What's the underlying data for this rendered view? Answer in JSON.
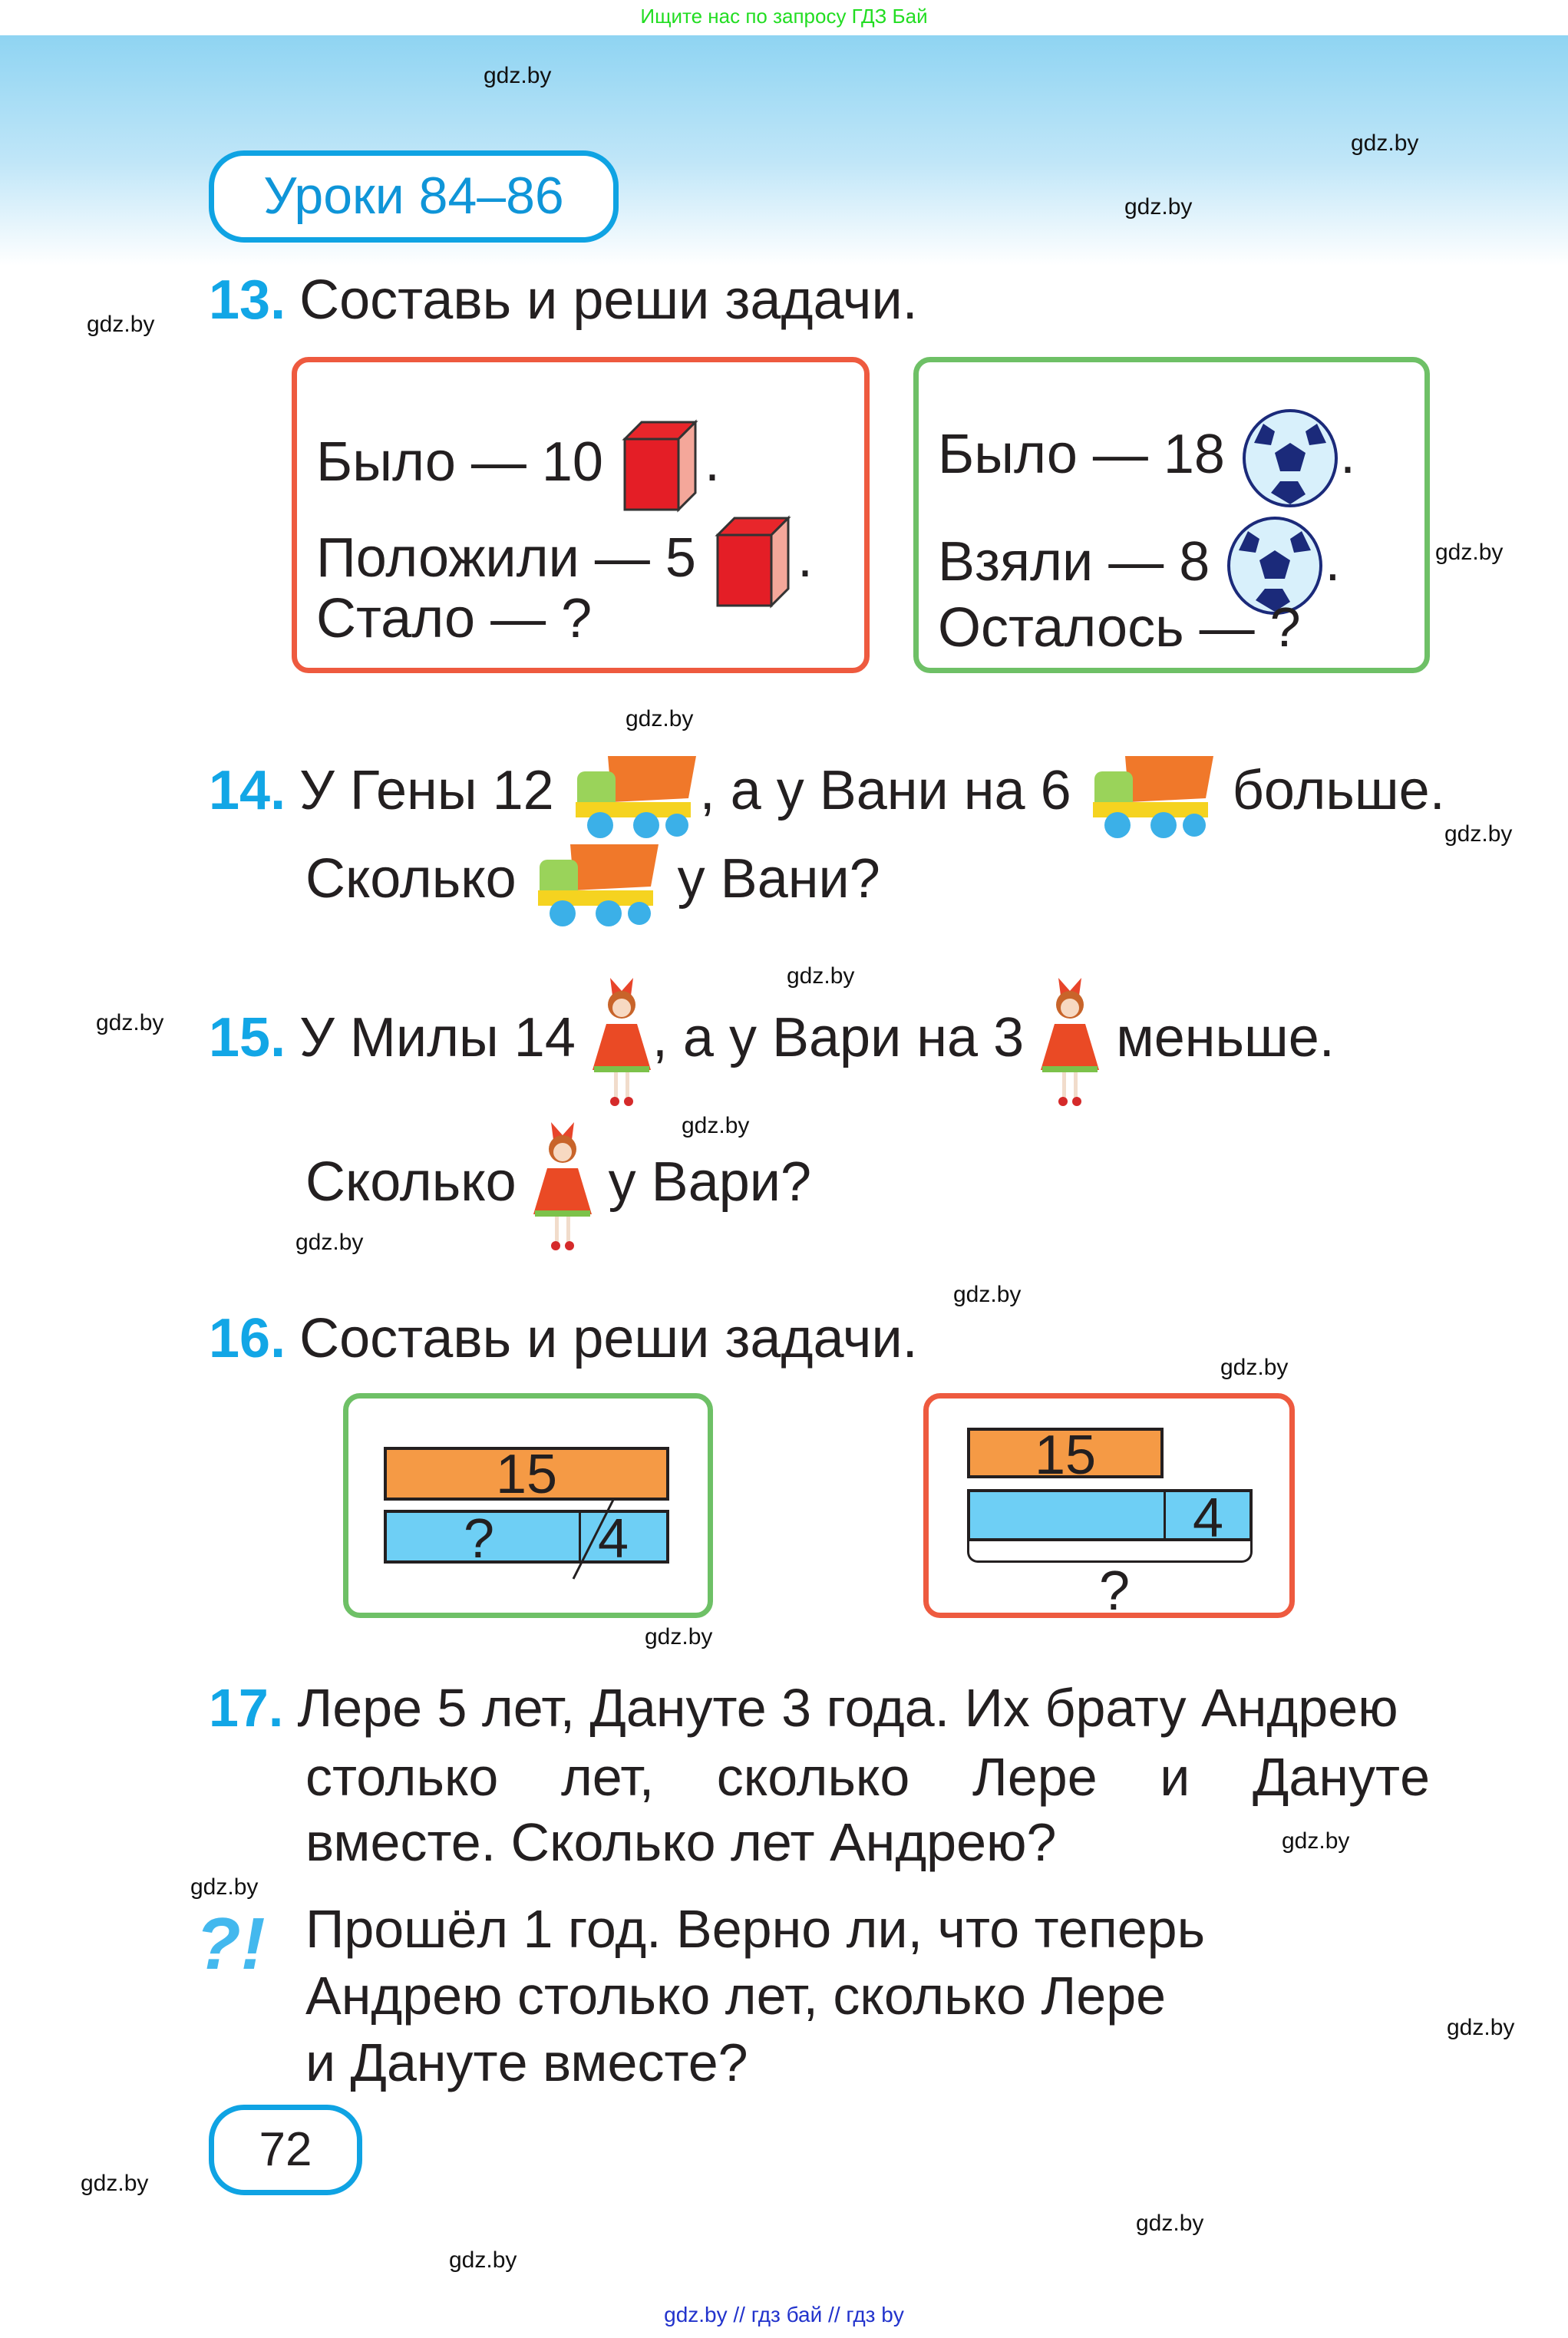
{
  "top_banner": "Ищите нас по запросу ГДЗ Бай",
  "header": {
    "lesson_label": "Уроки 84–86"
  },
  "watermark": "gdz.by",
  "tasks": {
    "t13": {
      "number": "13.",
      "title": "Составь и реши задачи.",
      "box_left": {
        "lines": [
          "Было — 10",
          "Положили — 5",
          "Стало — ?"
        ],
        "icon": "red-cube-icon"
      },
      "box_right": {
        "lines": [
          "Было — 18",
          "Взяли — 8",
          "Осталось — ?"
        ],
        "icon": "soccer-ball-icon"
      }
    },
    "t14": {
      "number": "14.",
      "l1a": "У Гены 12",
      "l1b": ", а у Вани на 6",
      "l1c": "больше.",
      "l2a": "Сколько",
      "l2b": "у Вани?",
      "icon": "toy-truck-icon"
    },
    "t15": {
      "number": "15.",
      "l1a": "У Милы 14",
      "l1b": ", а у Вари на 3",
      "l1c": "меньше.",
      "l2a": "Сколько",
      "l2b": "у Вари?",
      "icon": "doll-icon"
    },
    "t16": {
      "number": "16.",
      "title": "Составь и реши задачи.",
      "diagram_left": {
        "top_value": "15",
        "bottom_unknown": "?",
        "bottom_part": "4"
      },
      "diagram_right": {
        "top_value": "15",
        "bottom_part": "4",
        "total_unknown": "?"
      }
    },
    "t17": {
      "number": "17.",
      "lines": [
        "Лере 5 лет, Дануте 3 года. Их брату Андрею",
        "столько лет, сколько Лере и Данутe",
        "вместе. Сколько лет Андрею?"
      ],
      "extra_icon": "question-exclamation-icon",
      "extra_lines": [
        "Прошёл 1 год. Верно ли, что теперь",
        "Андрею столько лет, сколько Лере",
        "и Данутe вместе?"
      ]
    }
  },
  "page_number": "72",
  "footer": "gdz.by  //  гдз бай  //  гдз by",
  "colors": {
    "accent_blue": "#12a6e6",
    "box_red": "#ee5a3f",
    "box_green": "#6ec066",
    "bar_orange": "#f59a45",
    "bar_blue": "#6ecff5"
  }
}
